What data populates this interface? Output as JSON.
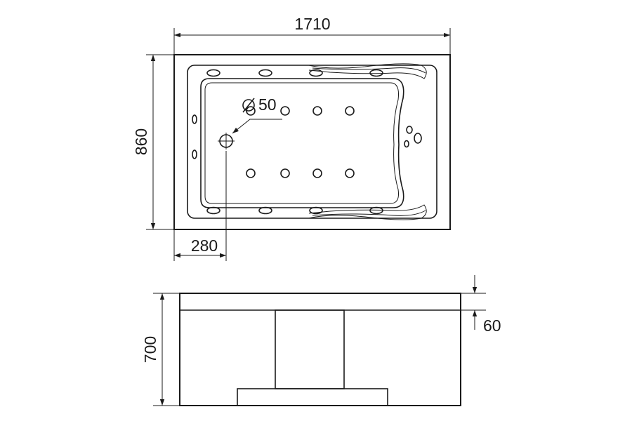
{
  "top_view": {
    "length_label": "1710",
    "width_label": "860",
    "drain_offset_label": "280",
    "drain_diameter_label": "Ø50"
  },
  "front_view": {
    "height_label": "700",
    "rim_thickness_label": "60"
  },
  "colors": {
    "line": "#1a1a1a",
    "background": "#ffffff"
  }
}
